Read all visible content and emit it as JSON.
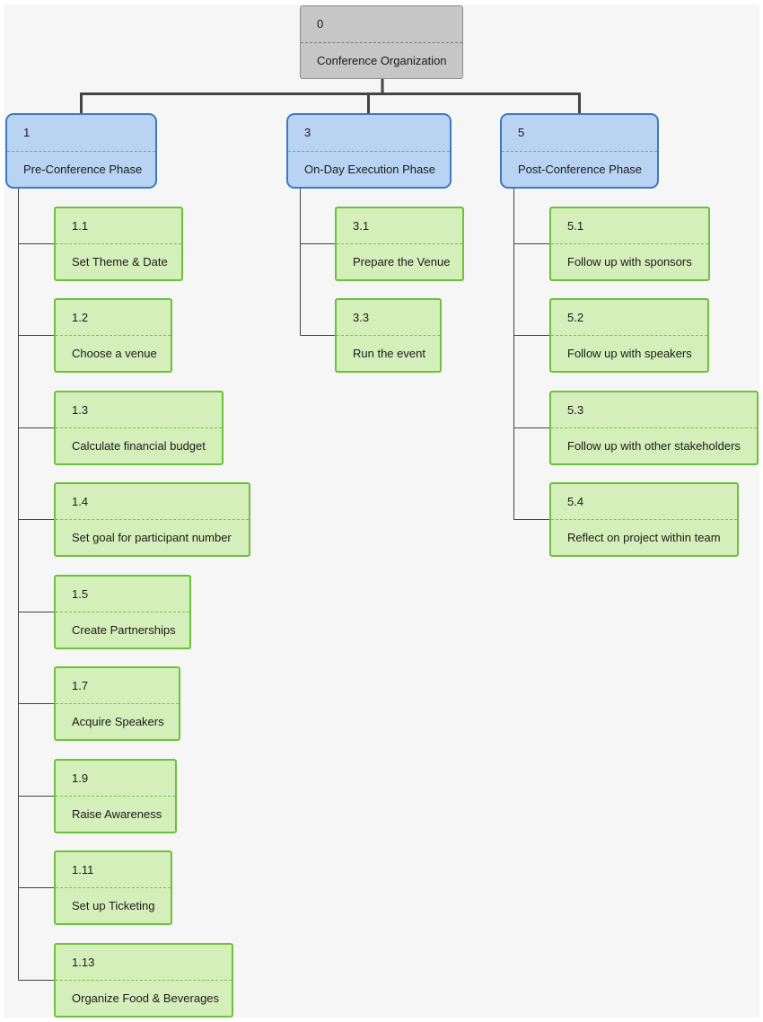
{
  "diagram": {
    "root": {
      "id": "0",
      "label": "Conference Organization"
    },
    "phases": [
      {
        "id": "1",
        "label": "Pre-Conference Phase",
        "tasks": [
          {
            "id": "1.1",
            "label": "Set Theme & Date"
          },
          {
            "id": "1.2",
            "label": "Choose a venue"
          },
          {
            "id": "1.3",
            "label": "Calculate financial budget"
          },
          {
            "id": "1.4",
            "label": "Set goal for participant number"
          },
          {
            "id": "1.5",
            "label": "Create Partnerships"
          },
          {
            "id": "1.7",
            "label": "Acquire Speakers"
          },
          {
            "id": "1.9",
            "label": "Raise Awareness"
          },
          {
            "id": "1.11",
            "label": "Set up Ticketing"
          },
          {
            "id": "1.13",
            "label": "Organize Food & Beverages"
          }
        ]
      },
      {
        "id": "3",
        "label": "On-Day Execution Phase",
        "tasks": [
          {
            "id": "3.1",
            "label": "Prepare the Venue"
          },
          {
            "id": "3.3",
            "label": "Run the event"
          }
        ]
      },
      {
        "id": "5",
        "label": "Post-Conference Phase",
        "tasks": [
          {
            "id": "5.1",
            "label": "Follow up with sponsors"
          },
          {
            "id": "5.2",
            "label": "Follow up with speakers"
          },
          {
            "id": "5.3",
            "label": "Follow up with other stakeholders"
          },
          {
            "id": "5.4",
            "label": "Reflect on project within team"
          }
        ]
      }
    ]
  },
  "colors": {
    "root_fill": "#c6c6c6",
    "phase_fill": "#b8d4f2",
    "phase_border": "#3b7ac6",
    "task_fill": "#d5efbb",
    "task_border": "#6cc23a",
    "connector": "#444444"
  }
}
